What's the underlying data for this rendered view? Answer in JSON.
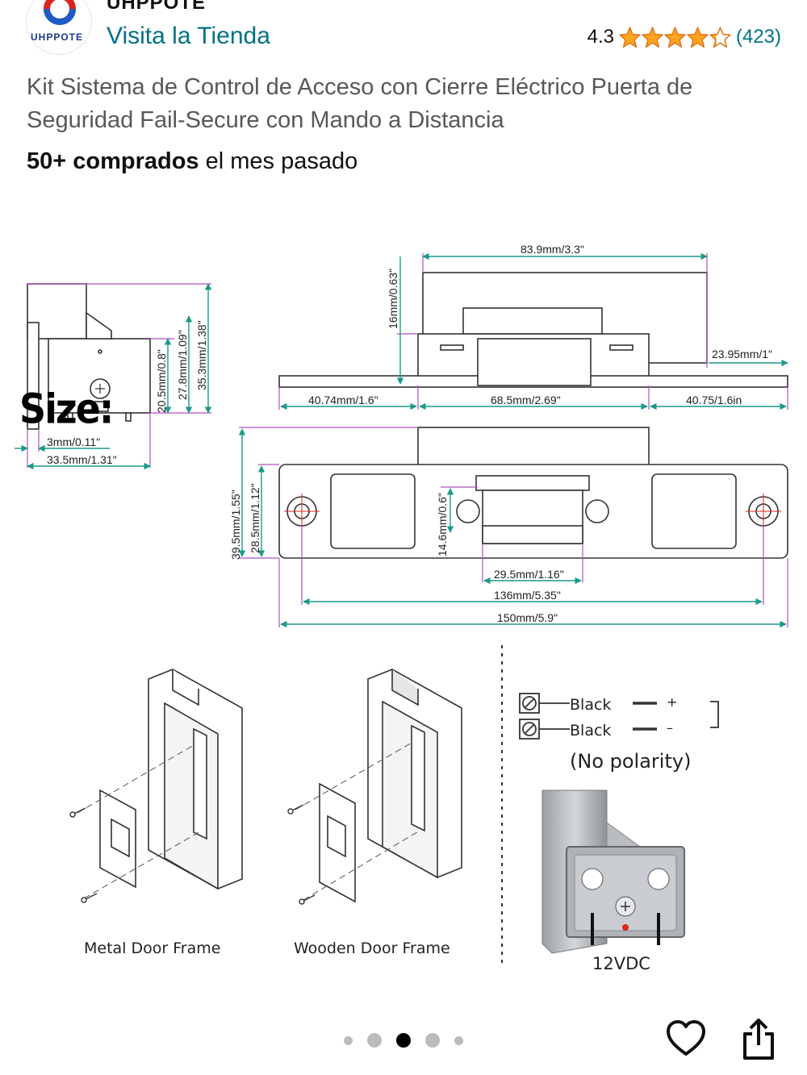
{
  "store": {
    "brand": "UHPPOTE",
    "logo_text": "UHPPOTE",
    "visit_link": "Visita la Tienda"
  },
  "rating": {
    "value": "4.3",
    "stars": 4.3,
    "count": "(423)",
    "star_color": "#ffa41c"
  },
  "product": {
    "title": "Kit Sistema de Control de Acceso con Cierre Eléctrico Puerta de Seguridad Fail-Secure con Mando a Distancia",
    "bought_bold": "50+ comprados",
    "bought_rest": " el mes pasado"
  },
  "image": {
    "size_title": "Size:",
    "dimensions": {
      "top_width": "83.9mm/3.3\"",
      "depth": "16mm/0.63\"",
      "right_side": "23.95mm/1\"",
      "left_plate": "40.74mm/1.6\"",
      "body_width": "68.5mm/2.69\"",
      "right_plate": "40.75/1.6in",
      "h1": "20.5mm/0.8\"",
      "h2": "27.8mm/1.09\"",
      "h3": "35.3mm/1.38\"",
      "thickness": "3mm/0.11\"",
      "side_depth": "33.5mm/1.31\"",
      "plate_h1": "39.5mm/1.55\"",
      "plate_h2": "28.5mm/1.12\"",
      "latch_h": "14.6mm/0.6\"",
      "latch_w": "29.5mm/1.16\"",
      "hole_span": "136mm/5.35\"",
      "total_w": "150mm/5.9\""
    },
    "wiring": {
      "wire1": "Black",
      "wire2": "Black",
      "plus": "+",
      "minus": "–",
      "polarity": "(No polarity)",
      "voltage": "12VDC"
    },
    "captions": {
      "metal": "Metal Door Frame",
      "wooden": "Wooden Door Frame"
    }
  },
  "carousel": {
    "count": 5,
    "active_index": 2
  },
  "colors": {
    "link": "#007185",
    "dim_line": "#1a9a8a",
    "dim_ext": "#b04fc0"
  }
}
